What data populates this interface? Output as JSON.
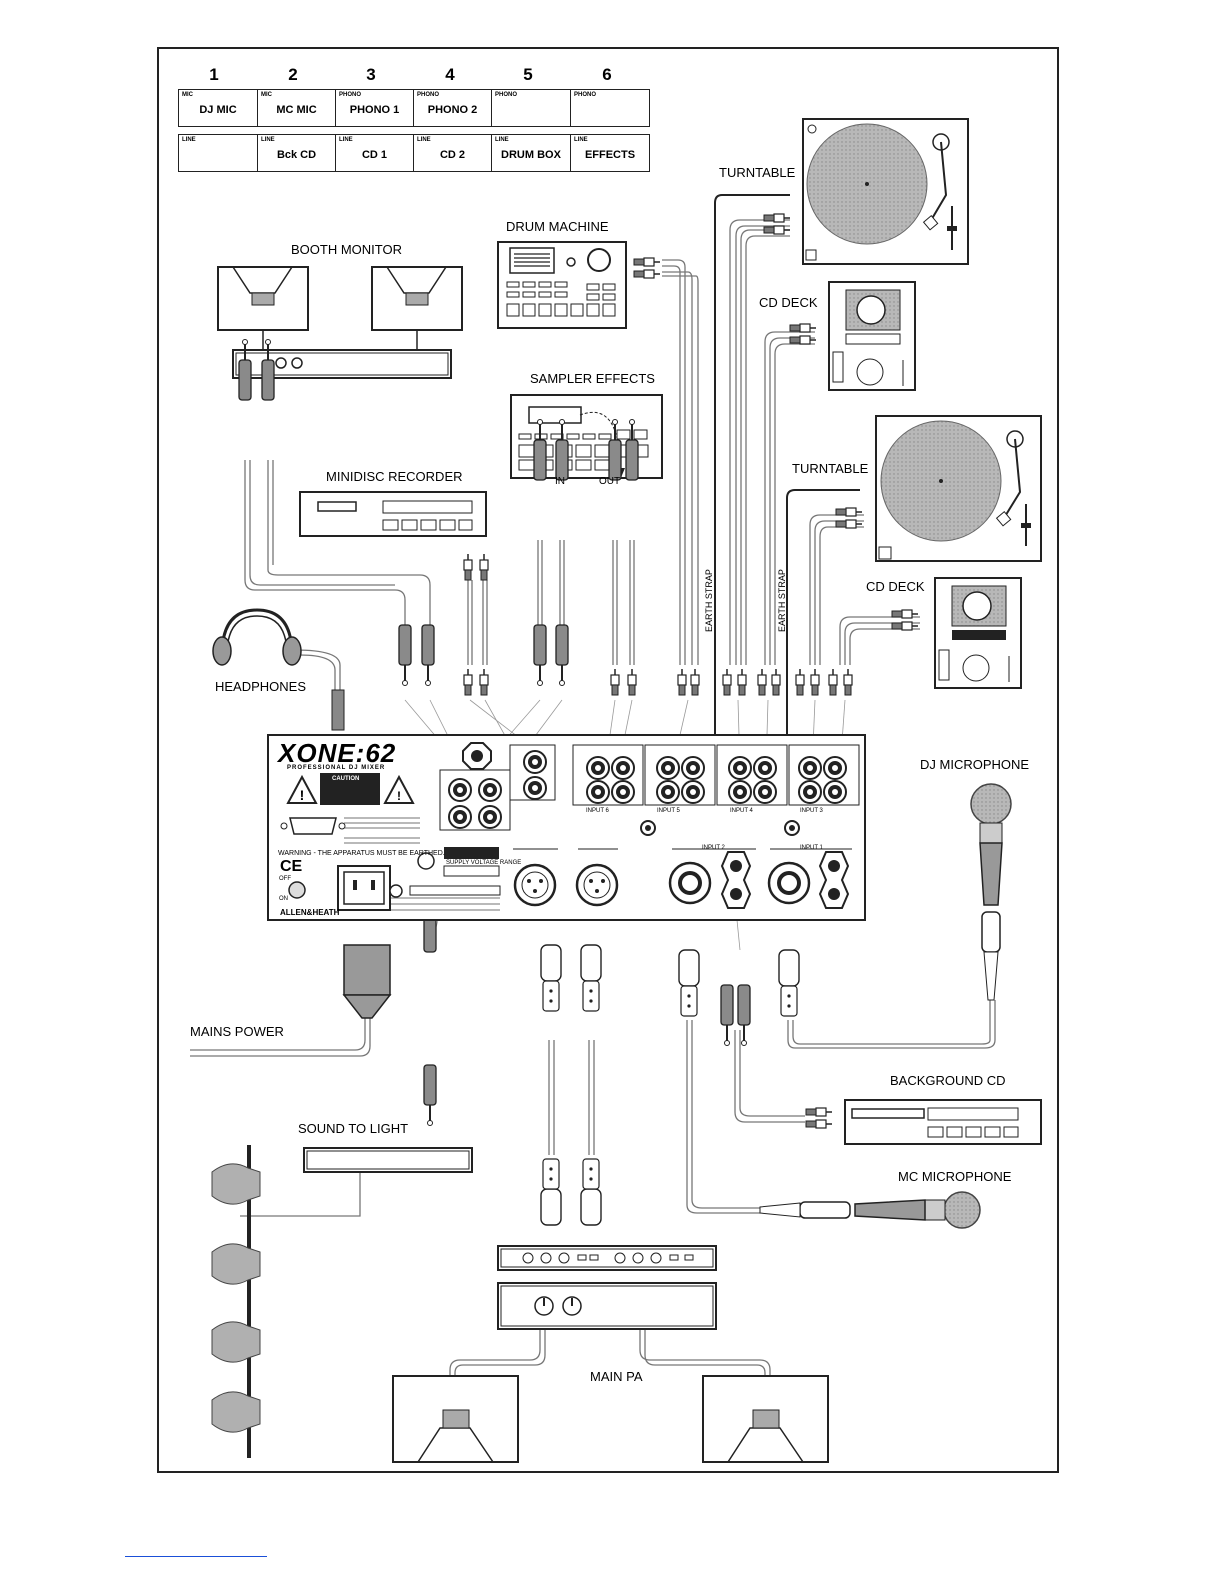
{
  "channels": {
    "numbers": [
      "1",
      "2",
      "3",
      "4",
      "5",
      "6"
    ],
    "mic_row": [
      {
        "type": "MIC",
        "name": "DJ MIC"
      },
      {
        "type": "MIC",
        "name": "MC MIC"
      },
      {
        "type": "PHONO",
        "name": "PHONO 1"
      },
      {
        "type": "PHONO",
        "name": "PHONO 2"
      },
      {
        "type": "PHONO",
        "name": ""
      },
      {
        "type": "PHONO",
        "name": ""
      }
    ],
    "line_row": [
      {
        "type": "LINE",
        "name": ""
      },
      {
        "type": "LINE",
        "name": "Bck CD"
      },
      {
        "type": "LINE",
        "name": "CD 1"
      },
      {
        "type": "LINE",
        "name": "CD 2"
      },
      {
        "type": "LINE",
        "name": "DRUM BOX"
      },
      {
        "type": "LINE",
        "name": "EFFECTS"
      }
    ]
  },
  "devices": {
    "turntable_1": "TURNTABLE",
    "turntable_2": "TURNTABLE",
    "drum_machine": "DRUM MACHINE",
    "booth_monitor": "BOOTH MONITOR",
    "cd_deck_1": "CD DECK",
    "cd_deck_2": "CD DECK",
    "sampler_effects": "SAMPLER EFFECTS",
    "sampler_in": "IN",
    "sampler_out": "OUT",
    "minidisc_recorder": "MINIDISC RECORDER",
    "earth_strap_1": "EARTH STRAP",
    "earth_strap_2": "EARTH STRAP",
    "headphones": "HEADPHONES",
    "dj_microphone": "DJ MICROPHONE",
    "mains_power": "MAINS POWER",
    "background_cd": "BACKGROUND CD",
    "sound_to_light": "SOUND TO LIGHT",
    "mc_microphone": "MC MICROPHONE",
    "main_pa": "MAIN PA"
  },
  "mixer": {
    "brand": "XONE:62",
    "subtitle": "PROFESSIONAL DJ MIXER",
    "caution": "CAUTION",
    "warning": "WARNING - THE APPARATUS MUST BE EARTHED.",
    "maker": "ALLEN&HEATH",
    "supply": "SUPPLY VOLTAGE RANGE",
    "ce": "CE",
    "off": "OFF",
    "on": "ON",
    "input_6": "INPUT 6",
    "input_5": "INPUT 5",
    "input_4": "INPUT 4",
    "input_3": "INPUT 3",
    "input_2": "INPUT 2",
    "input_1": "INPUT 1"
  },
  "colors": {
    "line": "#222222",
    "fill_grey": "#8a8a8a",
    "light_grey": "#c8c8c8",
    "cable_grey": "#9a9a9a",
    "footer_link": "#1a4fd8"
  }
}
